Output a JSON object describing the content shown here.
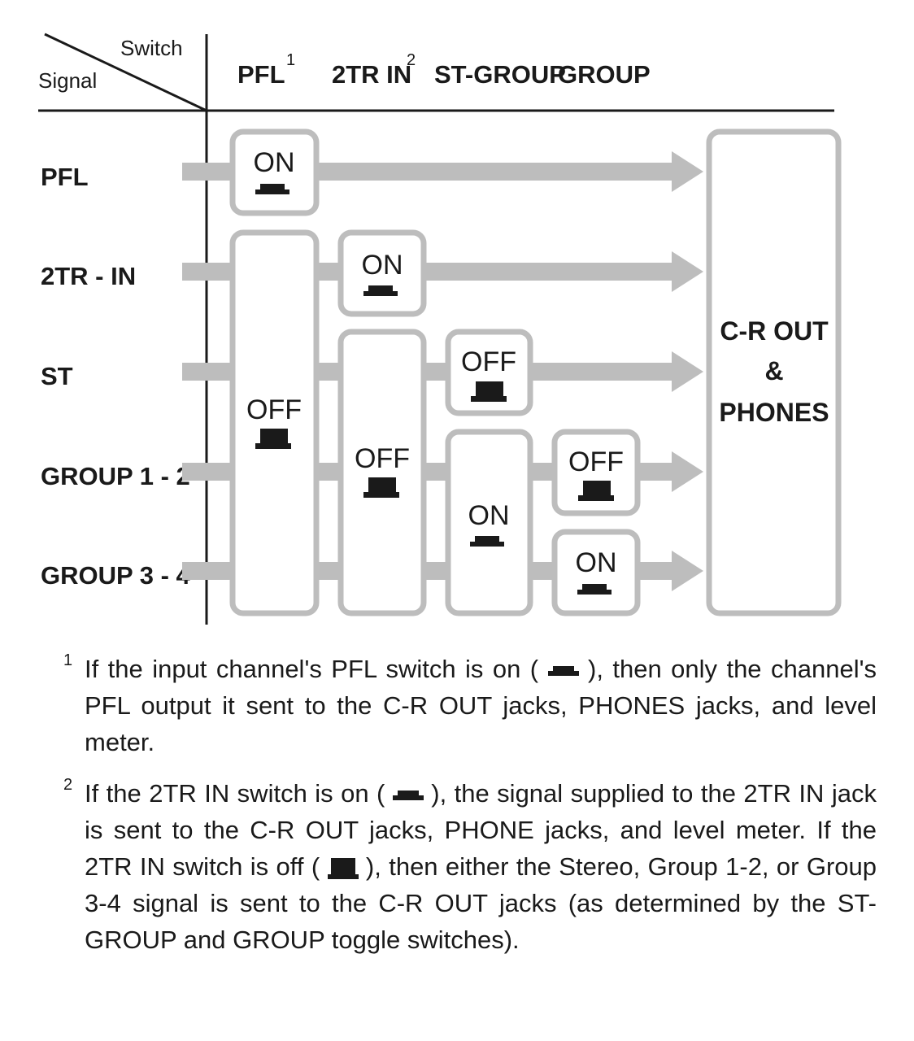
{
  "header": {
    "corner_switch": "Switch",
    "corner_signal": "Signal",
    "columns": [
      {
        "label": "PFL",
        "sup": "1"
      },
      {
        "label": "2TR IN",
        "sup": "2"
      },
      {
        "label": "ST-GROUP",
        "sup": ""
      },
      {
        "label": "GROUP",
        "sup": ""
      }
    ]
  },
  "signals": [
    "PFL",
    "2TR - IN",
    "ST",
    "GROUP 1 - 2",
    "GROUP 3 - 4"
  ],
  "switches": {
    "pfl_on": "ON",
    "pfl_off": "OFF",
    "tr_on": "ON",
    "tr_off": "OFF",
    "st_off": "OFF",
    "st_on": "ON",
    "group_off": "OFF",
    "group_on": "ON"
  },
  "output": [
    "C-R OUT",
    "&",
    "PHONES"
  ],
  "notes": [
    {
      "num": "1",
      "parts": [
        "If the input channel's PFL switch is on (",
        "), then only the channel's PFL output it sent to the C-R OUT jacks, PHONES jacks, and level meter."
      ]
    },
    {
      "num": "2",
      "parts": [
        "If the 2TR IN switch is on (",
        "), the signal supplied to the 2TR IN jack is sent to the C-R OUT jacks, PHONE jacks, and level meter. If the 2TR IN switch is off (",
        "), then either the Stereo, Group 1-2, or Group 3-4 signal is sent to the C-R OUT jacks (as determined by the ST-GROUP and GROUP toggle switches)."
      ]
    }
  ],
  "colors": {
    "line": "#bdbdbd",
    "ink": "#1a1a1a"
  }
}
